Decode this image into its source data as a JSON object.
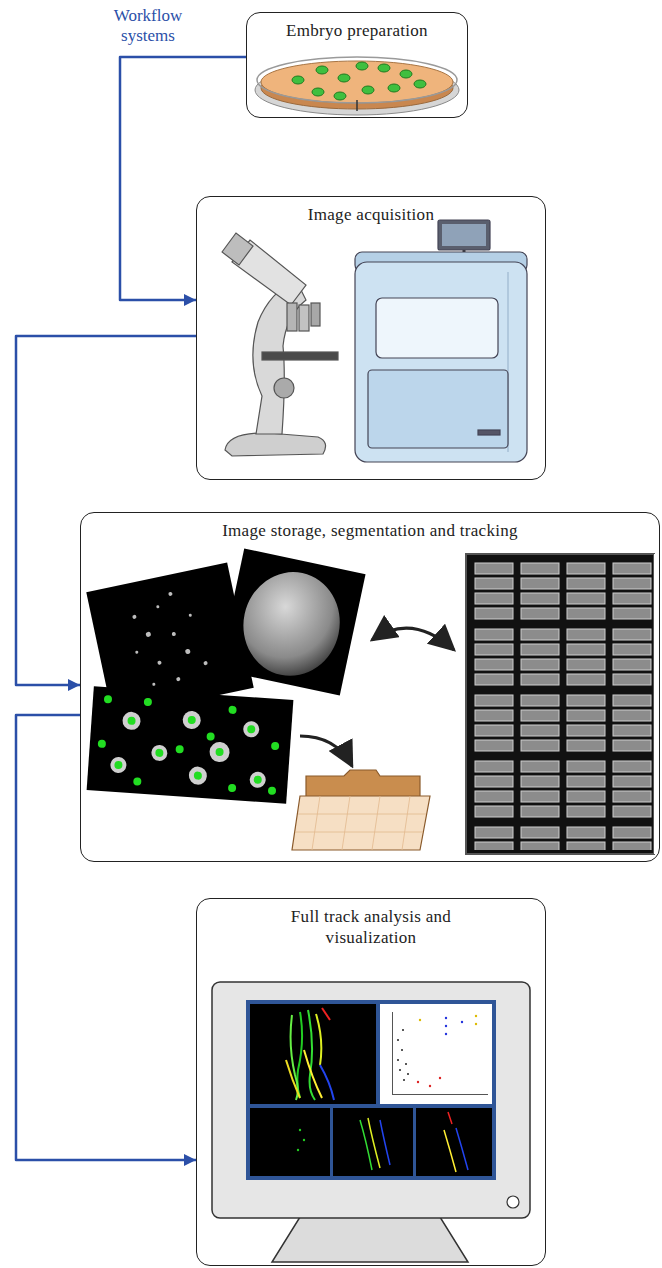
{
  "diagram": {
    "nodes": [
      {
        "text": [
          "Embryo preparation"
        ]
      },
      {
        "text": [
          "Image acquisition"
        ]
      },
      {
        "text": [
          "Image storage, segmentation and tracking"
        ]
      },
      {
        "text": [
          "Full track analysis and visualization"
        ]
      }
    ],
    "edges": [
      {
        "from": 0,
        "to": 1,
        "arrow": "to"
      },
      {
        "from": 1,
        "to": 2,
        "arrow": "to"
      },
      {
        "from": 2,
        "to": 3,
        "arrow": "to"
      }
    ],
    "labels": [
      "Workflow systems"
    ]
  }
}
